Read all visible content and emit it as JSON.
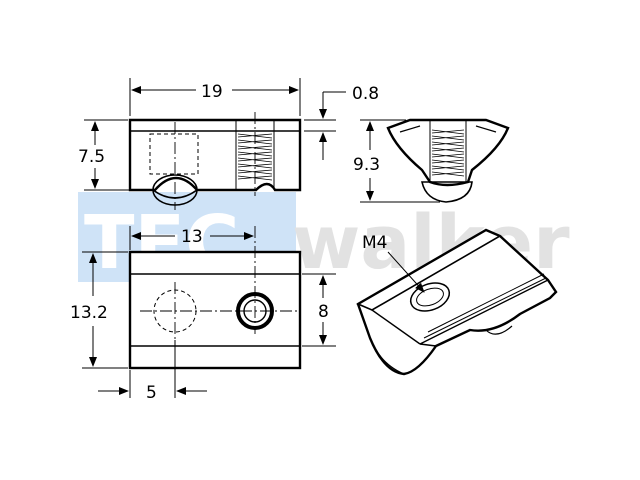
{
  "watermark": {
    "part1": "TEC",
    "part2": "walker",
    "color_block": "#cfe3f7",
    "color_part1": "#ffffff",
    "color_part2": "#e2e2e2"
  },
  "dimensions": {
    "width_19": "19",
    "depth_0_8": "0.8",
    "height_7_5": "7.5",
    "height_9_3": "9.3",
    "hole_offset_13": "13",
    "length_13_2": "13.2",
    "depth_8": "8",
    "offset_5": "5"
  },
  "thread_label": "M4"
}
